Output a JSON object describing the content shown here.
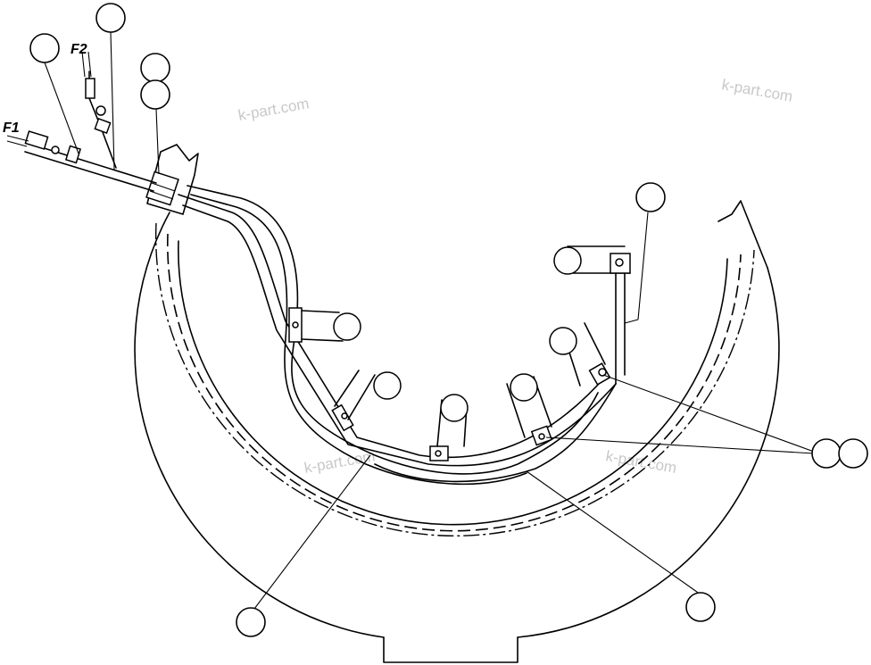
{
  "labels": {
    "f1": "F1",
    "f2": "F2"
  },
  "watermark": "k-part.com",
  "colors": {
    "line": "#000000",
    "watermark": "#c8c8c8",
    "background": "#ffffff"
  }
}
